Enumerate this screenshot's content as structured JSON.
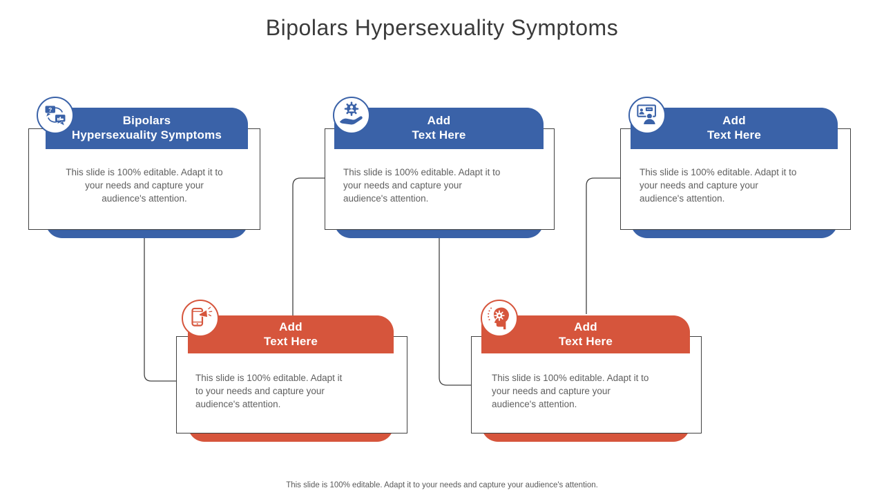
{
  "slide": {
    "title": "Bipolars Hypersexuality Symptoms",
    "footer": "This slide is 100% editable. Adapt it to your needs and capture your audience's attention."
  },
  "colors": {
    "blue": "#3A62A8",
    "orange": "#D6553C",
    "body_text": "#5F5F5F",
    "outline": "#3F3F3F"
  },
  "cards": [
    {
      "id": "card-1",
      "color": "blue",
      "icon": "feedback-chat-icon",
      "title": "Bipolars\nHypersexuality Symptoms",
      "body": "This slide is 100% editable. Adapt it to\nyour needs and capture your\naudience's attention."
    },
    {
      "id": "card-2",
      "color": "blue",
      "icon": "hand-gear-service-icon",
      "title": "Add\nText Here",
      "body": "This slide is 100% editable. Adapt it to\nyour needs and capture your\naudience's attention."
    },
    {
      "id": "card-3",
      "color": "blue",
      "icon": "presentation-training-icon",
      "title": "Add\nText Here",
      "body": "This slide is 100% editable. Adapt it to\nyour needs and capture your\naudience's attention."
    },
    {
      "id": "card-4",
      "color": "orange",
      "icon": "mobile-announcement-icon",
      "title": "Add\nText Here",
      "body": "This slide is 100% editable. Adapt it\nto your needs and capture your\naudience's attention."
    },
    {
      "id": "card-5",
      "color": "orange",
      "icon": "mind-gear-icon",
      "title": "Add\nText Here",
      "body": "This slide is 100% editable. Adapt it to\nyour needs and capture your\naudience's attention."
    }
  ]
}
